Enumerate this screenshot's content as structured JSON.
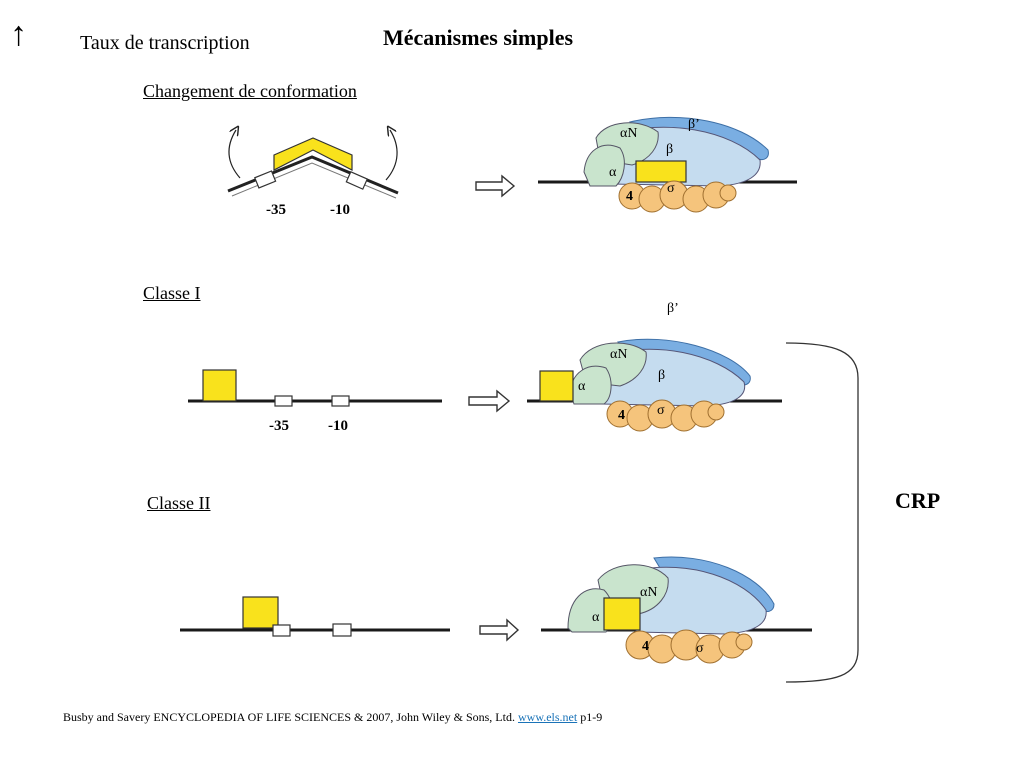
{
  "header": {
    "arrow_symbol": "↑",
    "rate_label": "Taux de transcription",
    "title": "Mécanismes simples"
  },
  "sections": [
    {
      "label": "Changement de conformation",
      "promoter": {
        "minus35": "-35",
        "minus10": "-10"
      }
    },
    {
      "label": "Classe I",
      "promoter": {
        "minus35": "-35",
        "minus10": "-10"
      }
    },
    {
      "label": "Classe II"
    }
  ],
  "subunits": {
    "alpha": "α",
    "alpha_n": "αN",
    "beta": "β",
    "beta_prime": "β’",
    "sigma": "σ",
    "sigma_region4": "4"
  },
  "crp_label": "CRP",
  "footer": {
    "citation": "Busby and Savery ENCYCLOPEDIA OF LIFE SCIENCES & 2007, John Wiley & Sons, Ltd.",
    "link_text": "www.els.net",
    "suffix": "p1-9"
  },
  "colors": {
    "crp_yellow": "#f9e21c",
    "beta_blue": "#c5dcef",
    "beta_prime_blue": "#7aaee2",
    "alpha_green": "#c9e4cd",
    "sigma_orange": "#f5c47c",
    "dna": "#1a1a1a"
  }
}
